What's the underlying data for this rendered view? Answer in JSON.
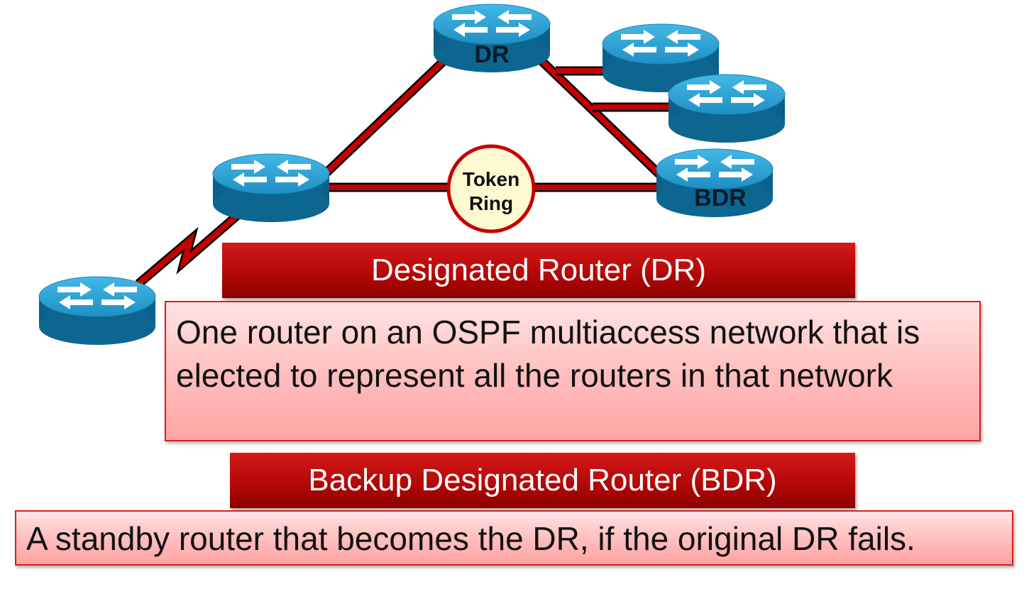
{
  "diagram": {
    "routers": [
      {
        "id": "dr",
        "label": "DR"
      },
      {
        "id": "bdr",
        "label": "BDR"
      },
      {
        "id": "left",
        "label": ""
      },
      {
        "id": "bottom-left",
        "label": ""
      },
      {
        "id": "right-top",
        "label": ""
      },
      {
        "id": "right-mid",
        "label": ""
      }
    ],
    "token_ring": {
      "line1": "Token",
      "line2": "Ring"
    },
    "colors": {
      "link": "#c40000",
      "router_top": "#2aa3d6",
      "router_side": "#0e6f9c",
      "token_ring_fill": "#fff9d2"
    }
  },
  "dr_section": {
    "title": "Designated Router (DR)",
    "definition": "One router on an OSPF multiaccess network that is elected to represent all the routers in that network"
  },
  "bdr_section": {
    "title": "Backup Designated Router (BDR)",
    "definition": "A standby router that becomes the DR, if the original DR fails."
  }
}
